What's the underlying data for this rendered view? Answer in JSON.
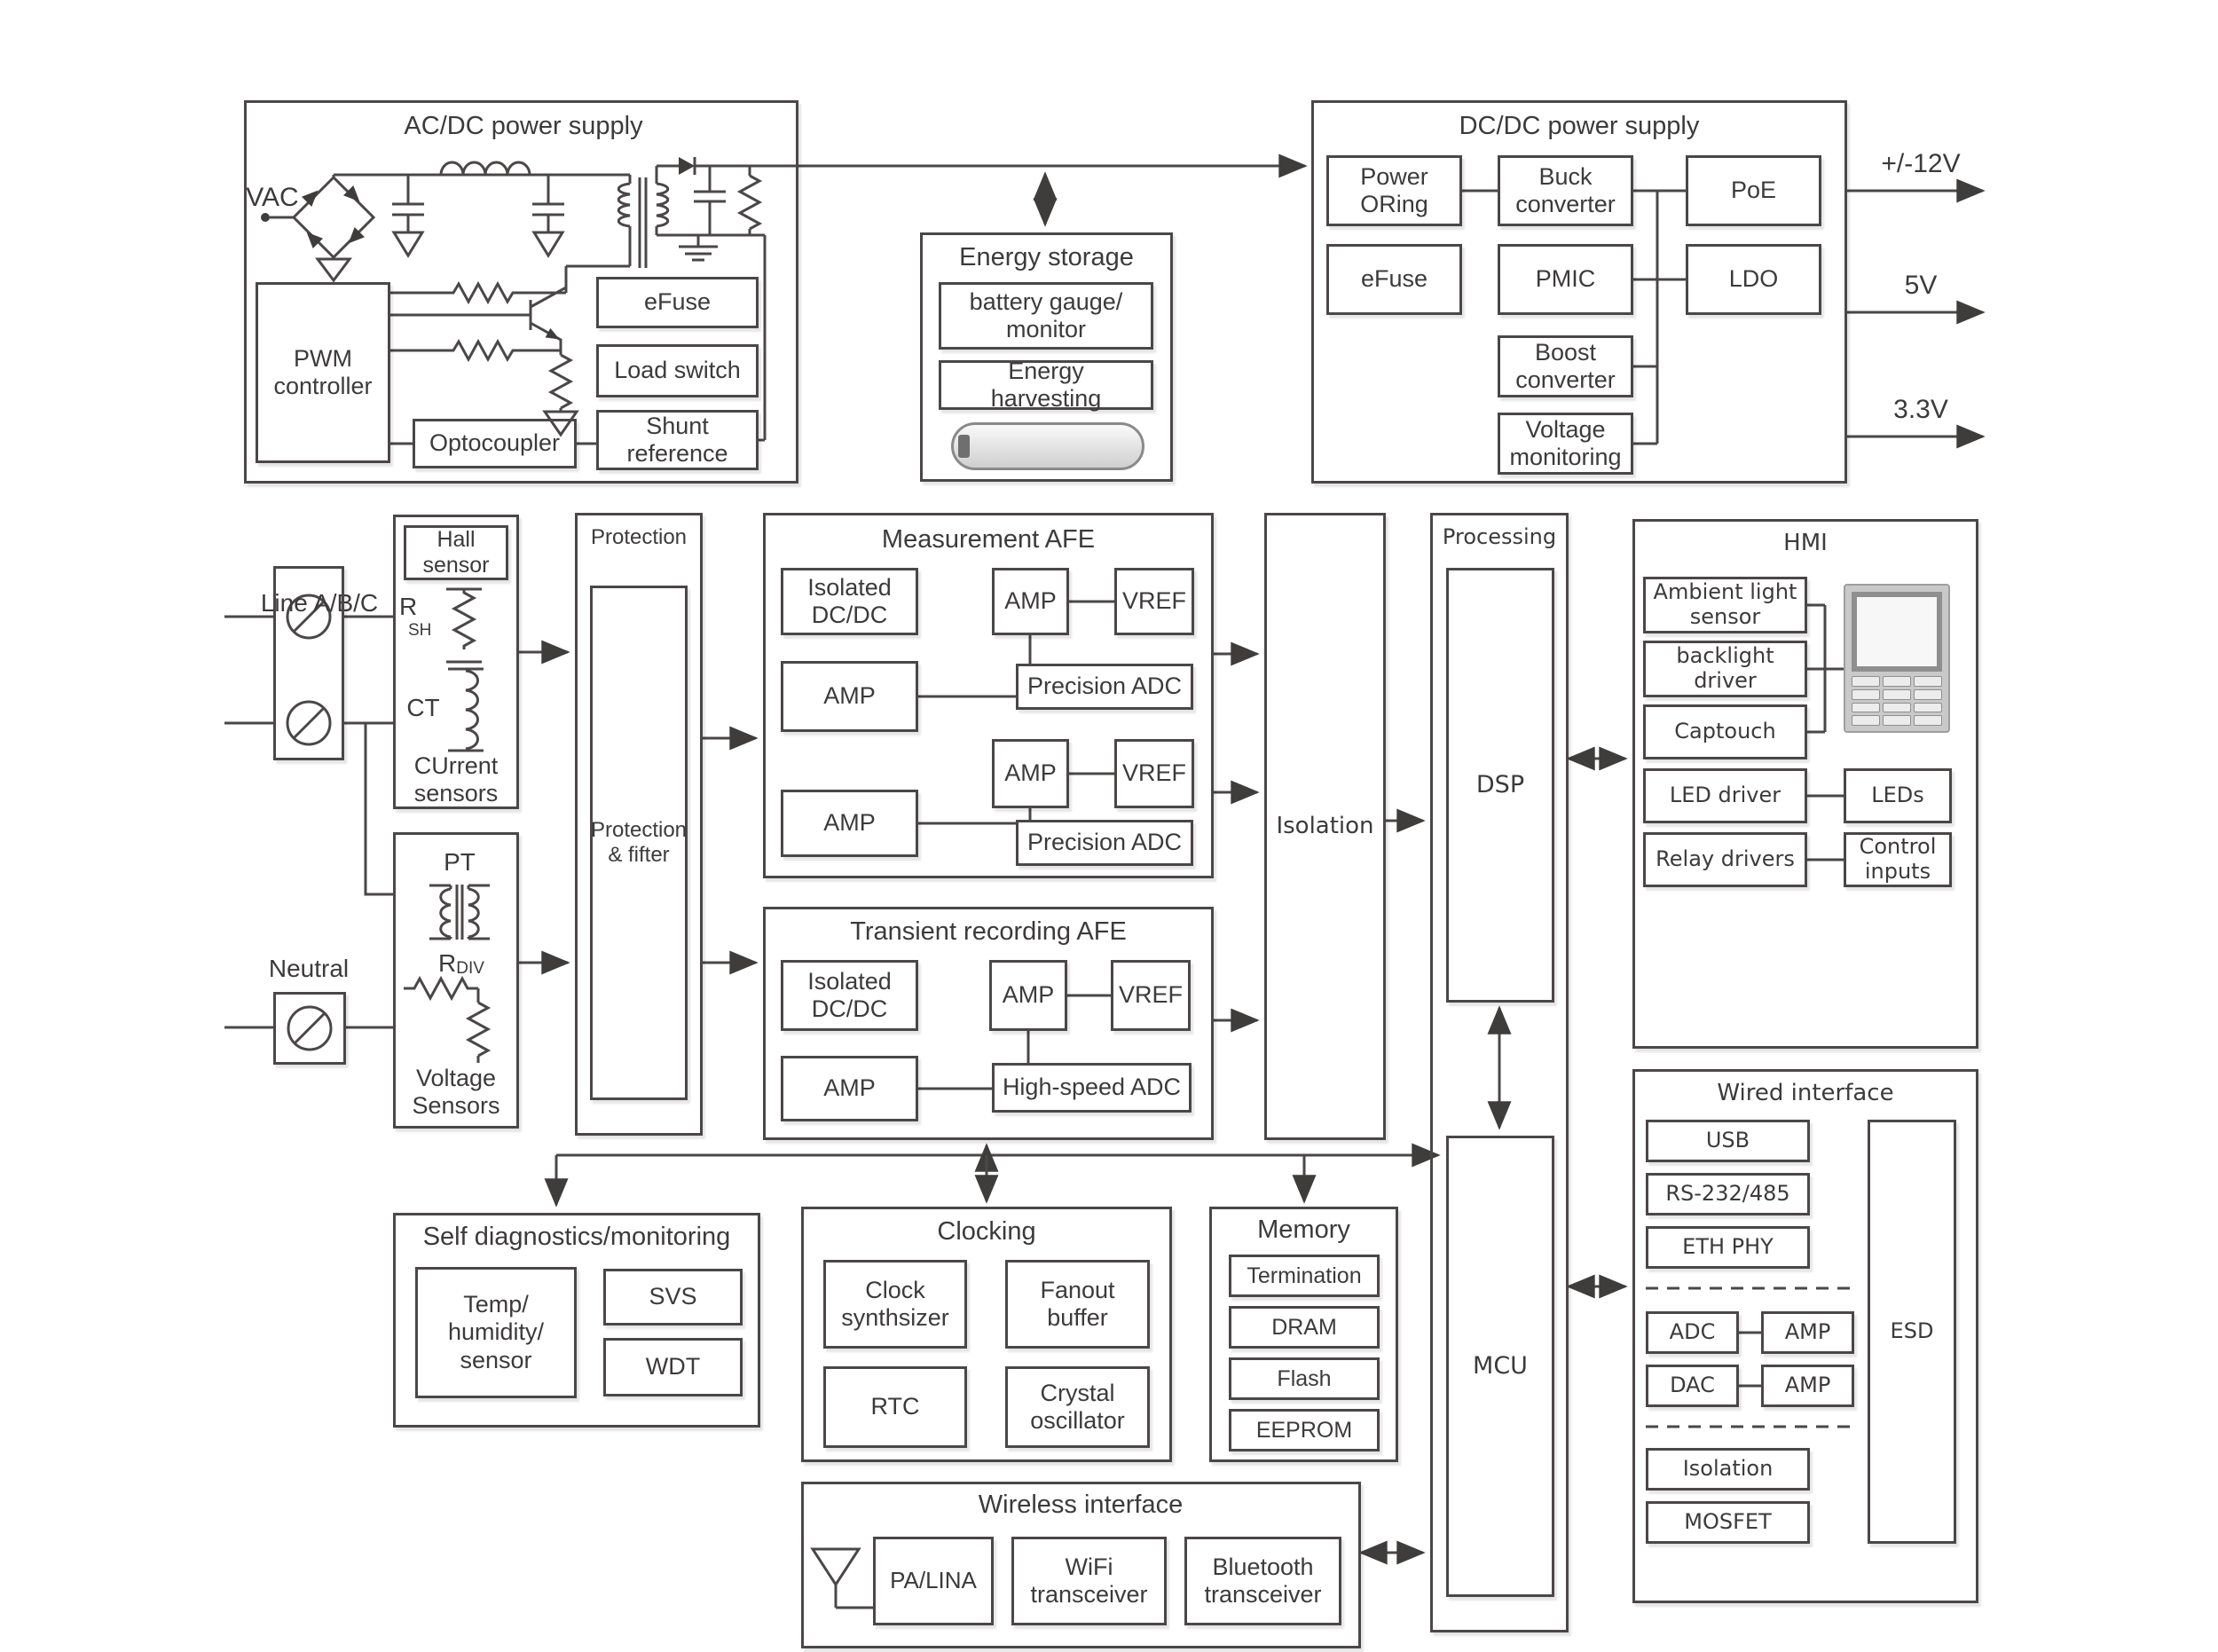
{
  "acdc": {
    "title": "AC/DC power supply",
    "vac": "VAC",
    "pwm": "PWM\ncontroller",
    "efuse": "eFuse",
    "load_switch": "Load switch",
    "optocoupler": "Optocoupler",
    "shunt_reference": "Shunt\nreference"
  },
  "outputs": {
    "v12": "+/-12V",
    "v5": "5V",
    "v33": "3.3V"
  },
  "energy": {
    "title": "Energy storage",
    "gauge": "battery gauge/\nmonitor",
    "harvest": "Energy\nharvesting"
  },
  "dcdc": {
    "title": "DC/DC power supply",
    "oring": "Power\nORing",
    "buck": "Buck\nconverter",
    "poe": "PoE",
    "efuse": "eFuse",
    "pmic": "PMIC",
    "ldo": "LDO",
    "boost": "Boost\nconverter",
    "vmon": "Voltage\nmonitoring"
  },
  "inputs": {
    "line": "Line A/B/C",
    "neutral": "Neutral"
  },
  "current_sensors": {
    "title": "CUrrent\nsensors",
    "hall": "Hall\nsensor",
    "rsh": "R",
    "rsh_sub": "SH",
    "ct": "CT"
  },
  "voltage_sensors": {
    "title": "Voltage\nSensors",
    "pt": "PT",
    "rdiv": "R",
    "rdiv_sub": "DIV"
  },
  "protection": {
    "title": "Protection",
    "inner": "Protection\n& fifter"
  },
  "mafe": {
    "title": "Measurement AFE",
    "iso": "Isolated\nDC/DC",
    "amp": "AMP",
    "vref": "VREF",
    "adc": "Precision ADC"
  },
  "tafe": {
    "title": "Transient recording AFE",
    "iso": "Isolated\nDC/DC",
    "amp": "AMP",
    "vref": "VREF",
    "adc": "High-speed ADC"
  },
  "isolation": {
    "label": "Isolation"
  },
  "processing": {
    "title": "Processing",
    "dsp": "DSP",
    "mcu": "MCU"
  },
  "hmi": {
    "title": "HMI",
    "ambient": "Ambient light\nsensor",
    "backlight": "backlight\ndriver",
    "captouch": "Captouch",
    "led_driver": "LED driver",
    "leds": "LEDs",
    "relay": "Relay drivers",
    "control": "Control\ninputs"
  },
  "wired": {
    "title": "Wired interface",
    "usb": "USB",
    "rs": "RS-232/485",
    "eth": "ETH PHY",
    "adc": "ADC",
    "amp": "AMP",
    "dac": "DAC",
    "iso": "Isolation",
    "mosfet": "MOSFET",
    "esd": "ESD"
  },
  "sdiag": {
    "title": "Self diagnostics/monitoring",
    "temp": "Temp/\nhumidity/\nsensor",
    "svs": "SVS",
    "wdt": "WDT"
  },
  "clocking": {
    "title": "Clocking",
    "synth": "Clock\nsynthsizer",
    "fanout": "Fanout\nbuffer",
    "rtc": "RTC",
    "xo": "Crystal\noscillator"
  },
  "memory": {
    "title": "Memory",
    "termination": "Termination",
    "dram": "DRAM",
    "flash": "Flash",
    "eeprom": "EEPROM"
  },
  "wireless": {
    "title": "Wireless interface",
    "pa": "PA/LINA",
    "wifi": "WiFi\ntransceiver",
    "bt": "Bluetooth\ntransceiver"
  },
  "colors": {
    "line": "#4b4747",
    "text": "#3d3a3a"
  }
}
